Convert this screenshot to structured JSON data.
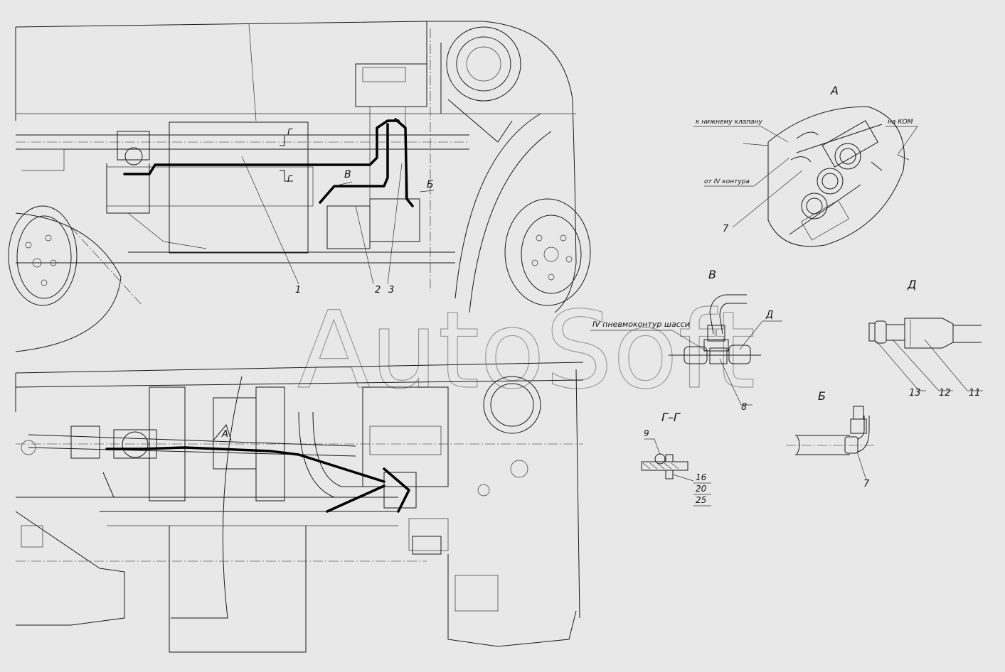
{
  "watermark": "AutoSoft",
  "views": {
    "A": {
      "title": "А",
      "label_top_left": "к нижнему клапану",
      "label_top_right": "на КОМ",
      "label_mid_left": "от IV контура",
      "callout": "7"
    },
    "V": {
      "title": "В",
      "label_circuit": "IV пневмоконтур шасси",
      "callout_d": "Д",
      "callout": "8"
    },
    "D": {
      "title": "Д",
      "callouts": [
        "13",
        "12",
        "11"
      ]
    },
    "GG": {
      "title": "Г–Г",
      "callout_top": "9",
      "callouts": [
        "16",
        "20",
        "25"
      ]
    },
    "B": {
      "title": "Б",
      "callout": "7"
    }
  },
  "main_view": {
    "section_mark_top": "Г",
    "section_mark_bottom": "Г",
    "marker_v": "В",
    "marker_b": "Б",
    "callouts": [
      "1",
      "2",
      "3"
    ],
    "lower_marker_a": "А"
  }
}
